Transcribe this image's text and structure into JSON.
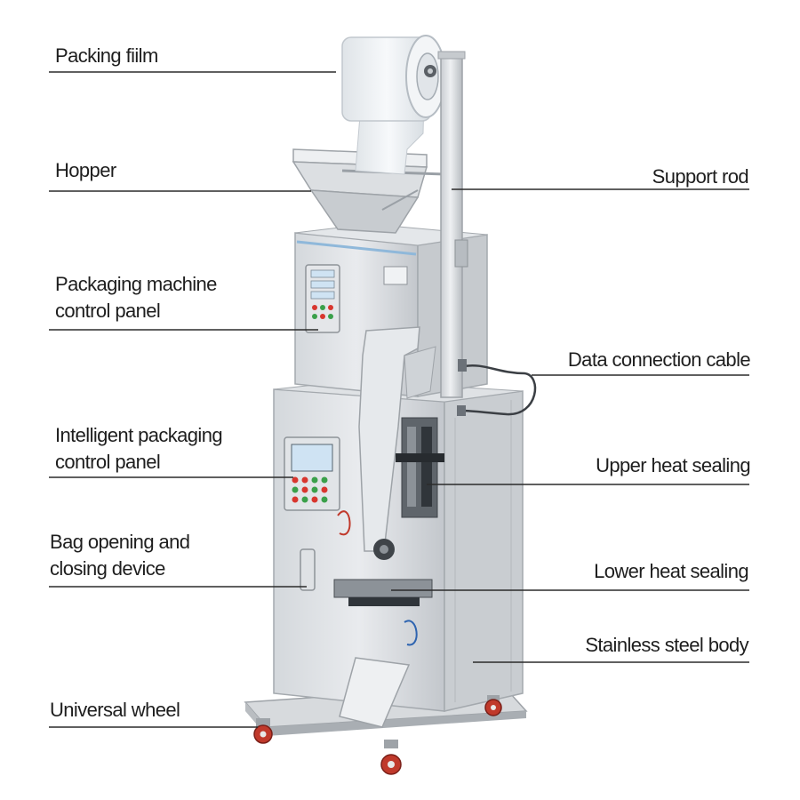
{
  "labels_left": [
    {
      "id": "packing-film",
      "lines": [
        "Packing fiilm"
      ]
    },
    {
      "id": "hopper",
      "lines": [
        "Hopper"
      ]
    },
    {
      "id": "packaging-machine-control-panel",
      "lines": [
        "Packaging machine",
        "control panel"
      ]
    },
    {
      "id": "intelligent-packaging-control-panel",
      "lines": [
        "Intelligent packaging",
        "control panel"
      ]
    },
    {
      "id": "bag-opening-closing-device",
      "lines": [
        "Bag opening and",
        "closing device"
      ]
    },
    {
      "id": "universal-wheel",
      "lines": [
        "Universal wheel"
      ]
    }
  ],
  "labels_right": [
    {
      "id": "support-rod",
      "lines": [
        "Support rod"
      ]
    },
    {
      "id": "data-connection-cable",
      "lines": [
        "Data connection cable"
      ]
    },
    {
      "id": "upper-heat-sealing",
      "lines": [
        "Upper heat sealing"
      ]
    },
    {
      "id": "lower-heat-sealing",
      "lines": [
        "Lower heat sealing"
      ]
    },
    {
      "id": "stainless-steel-body",
      "lines": [
        "Stainless steel body"
      ]
    }
  ],
  "colors": {
    "text": "#1e1e1e",
    "leader_line": "#2b2b2b",
    "steel_light": "#e6e8ea",
    "steel_mid": "#c7cbcf",
    "steel_dark": "#8e9398",
    "panel_blue": "#cfe3f3",
    "button_red": "#d8362e",
    "button_green": "#3aa04a",
    "wheel_red": "#c0392b",
    "film": "#f3f5f7"
  }
}
